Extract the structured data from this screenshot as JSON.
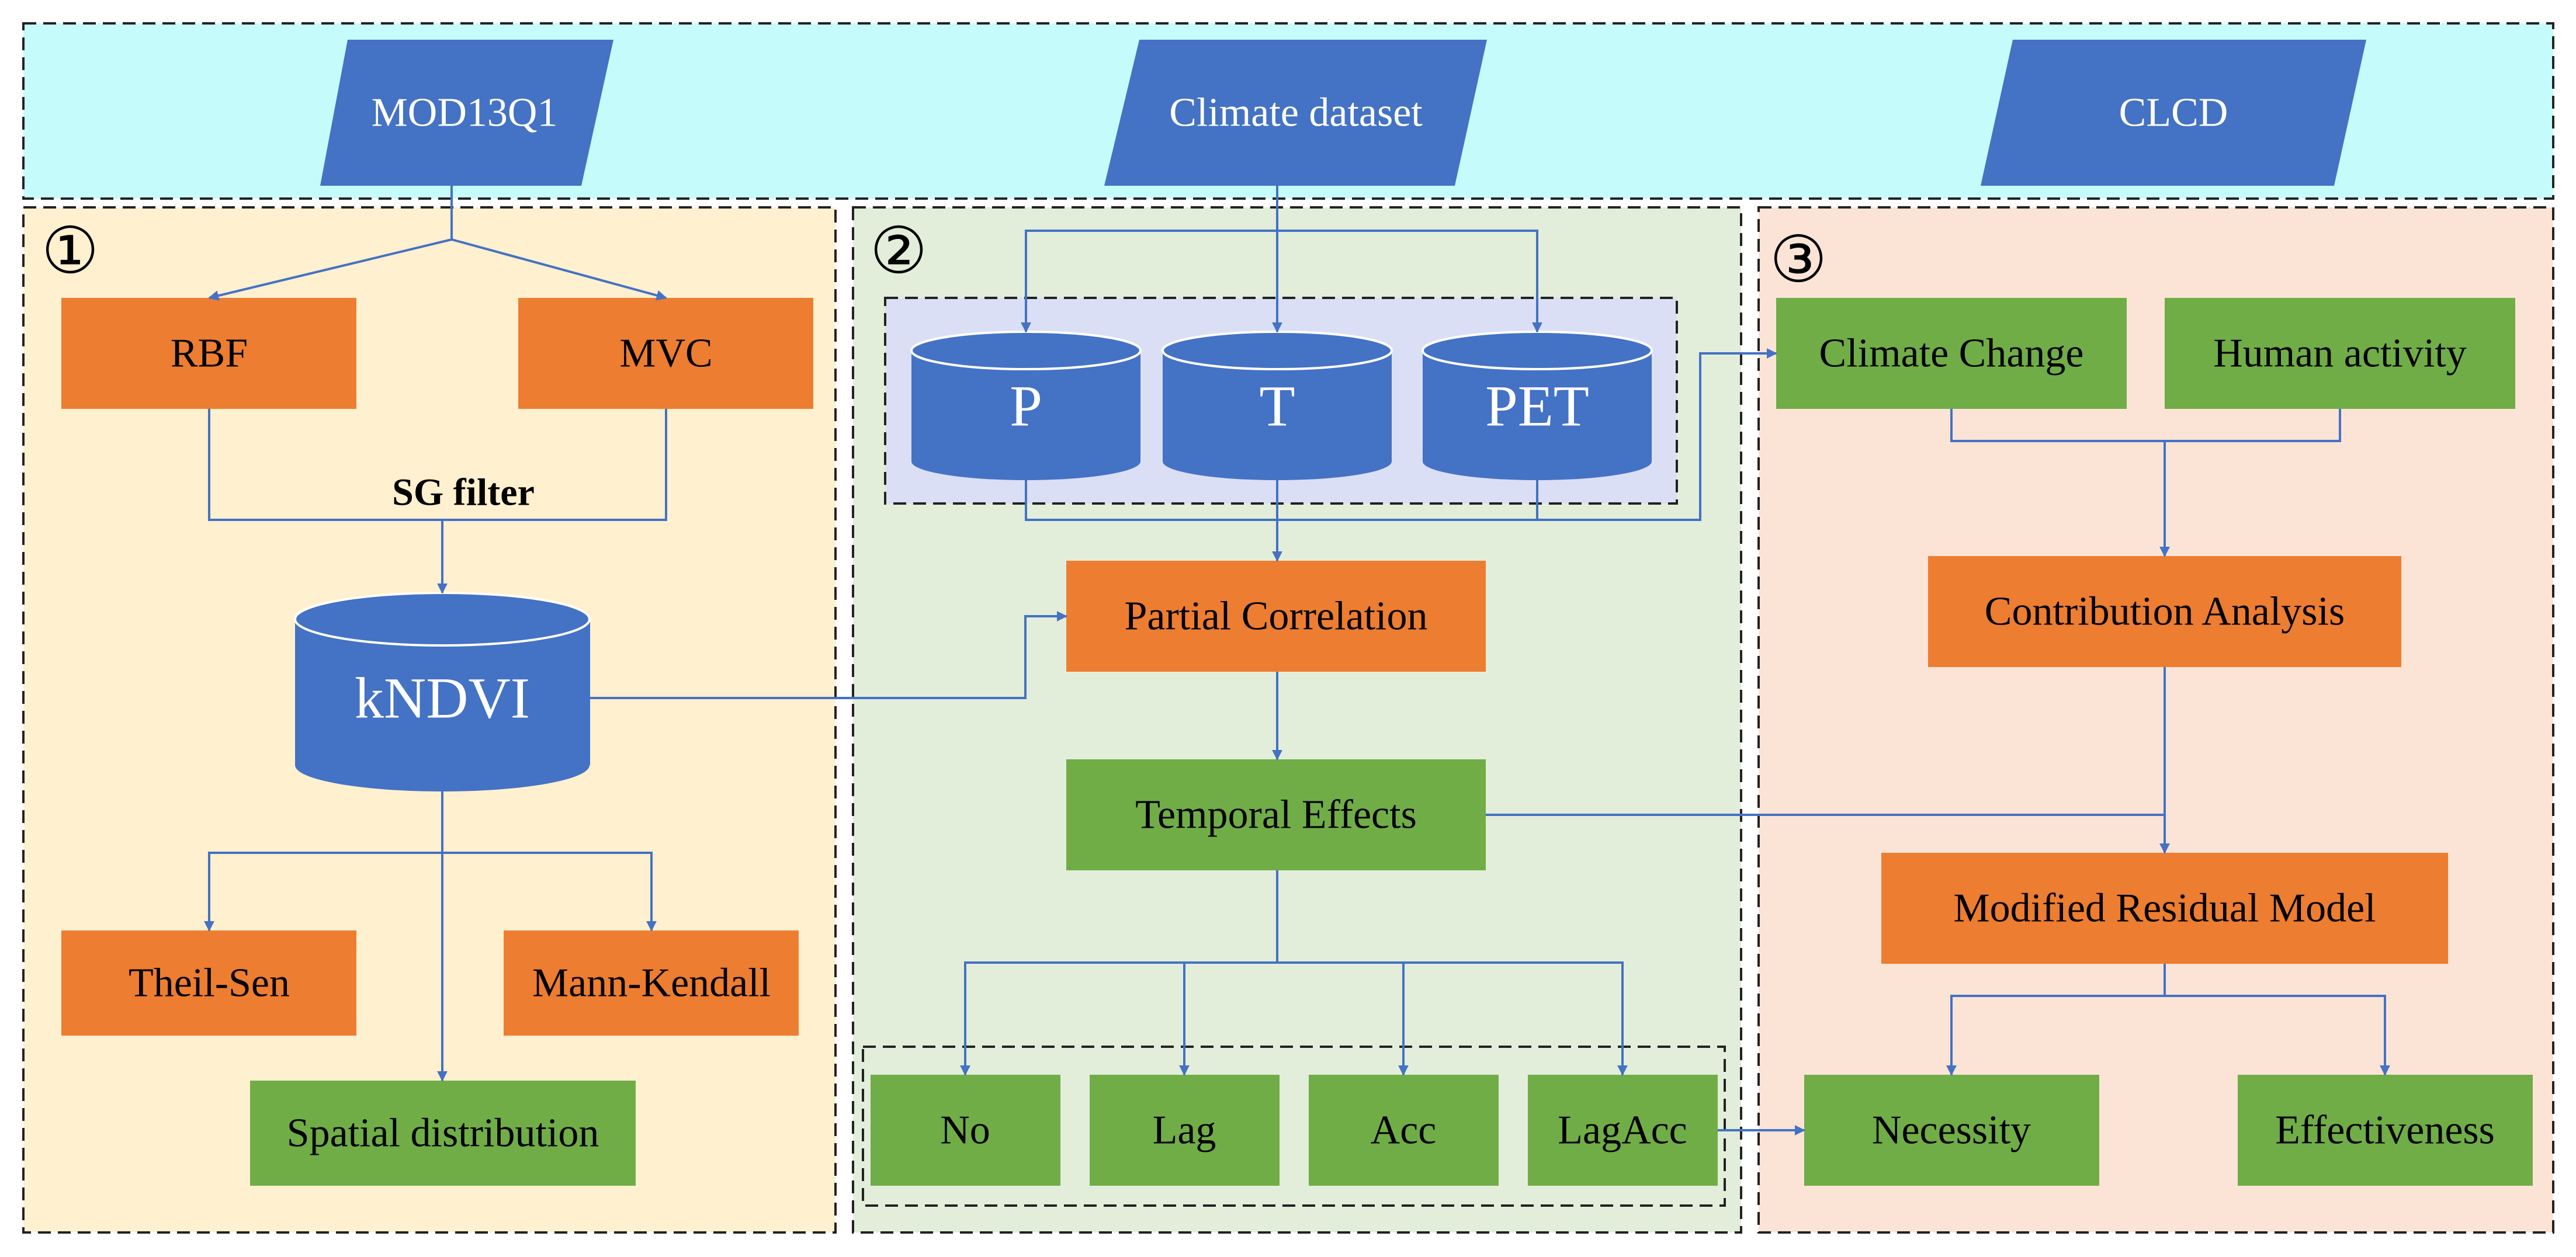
{
  "sources": {
    "modis": "MOD13Q1",
    "climate": "Climate dataset",
    "clcd": "CLCD"
  },
  "panel1": {
    "number": "①",
    "rbf": "RBF",
    "mvc": "MVC",
    "sg_filter": "SG filter",
    "kndvi": "kNDVI",
    "theil_sen": "Theil-Sen",
    "mann_kendall": "Mann-Kendall",
    "spatial_distribution": "Spatial distribution"
  },
  "panel2": {
    "number": "②",
    "p": "P",
    "t": "T",
    "pet": "PET",
    "partial_correlation": "Partial Correlation",
    "temporal_effects": "Temporal Effects",
    "no": "No",
    "lag": "Lag",
    "acc": "Acc",
    "lagacc": "LagAcc"
  },
  "panel3": {
    "number": "③",
    "climate_change": "Climate Change",
    "human_activity": "Human activity",
    "contribution_analysis": "Contribution Analysis",
    "modified_residual_model": "Modified Residual Model",
    "necessity": "Necessity",
    "effectiveness": "Effectiveness"
  },
  "colors": {
    "blue": "#4472C4",
    "orange": "#ED7D31",
    "green": "#70AD47",
    "arrow": "#4472C4",
    "top_band": "#C6FBFC",
    "panel1_bg": "#FFF0CF",
    "panel2_bg": "#E2EEDA",
    "panel3_bg": "#FBE4D6",
    "var_group_bg": "#DADFF5"
  }
}
